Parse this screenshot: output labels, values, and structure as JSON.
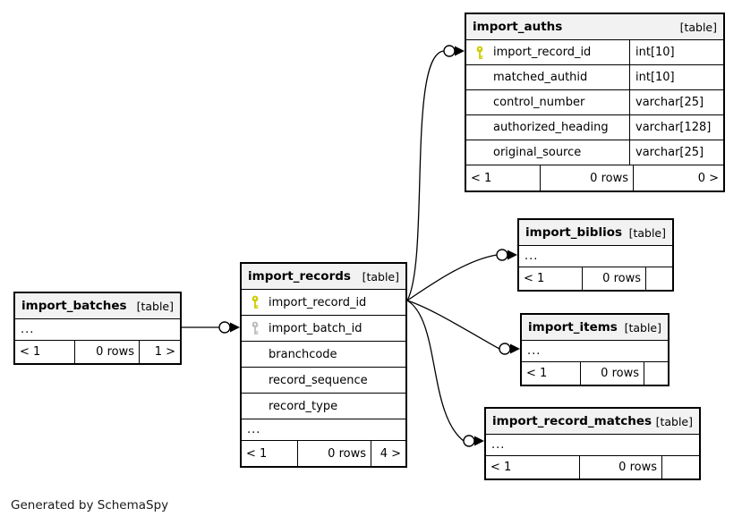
{
  "credit": "Generated by SchemaSpy",
  "colors": {
    "background": "#ffffff",
    "text": "#000000",
    "border": "#000000",
    "header_bg": "#f2f2f2",
    "primary_key_icon": "#cccc00",
    "foreign_key_icon": "#bdbdbd"
  },
  "icons": {
    "primary_key": "yellow key glyph",
    "foreign_key": "gray key glyph",
    "relationship_end": "open circle with solid arrowhead"
  },
  "tables": {
    "import_batches": {
      "name": "import_batches",
      "tag": "[table]",
      "rows": [
        {
          "name": "..."
        }
      ],
      "footer": {
        "parents": "< 1",
        "rows": "0 rows",
        "children": "1 >"
      }
    },
    "import_records": {
      "name": "import_records",
      "tag": "[table]",
      "rows": [
        {
          "icon": "primary-key",
          "name": "import_record_id"
        },
        {
          "icon": "foreign-key",
          "name": "import_batch_id"
        },
        {
          "name": "branchcode"
        },
        {
          "name": "record_sequence"
        },
        {
          "name": "record_type"
        },
        {
          "name": "..."
        }
      ],
      "footer": {
        "parents": "< 1",
        "rows": "0 rows",
        "children": "4 >"
      }
    },
    "import_auths": {
      "name": "import_auths",
      "tag": "[table]",
      "rows": [
        {
          "icon": "primary-key",
          "name": "import_record_id",
          "type": "int[10]"
        },
        {
          "name": "matched_authid",
          "type": "int[10]"
        },
        {
          "name": "control_number",
          "type": "varchar[25]"
        },
        {
          "name": "authorized_heading",
          "type": "varchar[128]"
        },
        {
          "name": "original_source",
          "type": "varchar[25]"
        }
      ],
      "footer": {
        "parents": "< 1",
        "rows": "0 rows",
        "children": "0 >"
      }
    },
    "import_biblios": {
      "name": "import_biblios",
      "tag": "[table]",
      "rows": [
        {
          "name": "..."
        }
      ],
      "footer": {
        "parents": "< 1",
        "rows": "0 rows",
        "children": ""
      }
    },
    "import_items": {
      "name": "import_items",
      "tag": "[table]",
      "rows": [
        {
          "name": "..."
        }
      ],
      "footer": {
        "parents": "< 1",
        "rows": "0 rows",
        "children": ""
      }
    },
    "import_record_matches": {
      "name": "import_record_matches",
      "tag": "[table]",
      "rows": [
        {
          "name": "..."
        }
      ],
      "footer": {
        "parents": "< 1",
        "rows": "0 rows",
        "children": ""
      }
    }
  },
  "relationships": [
    {
      "from": "import_batches",
      "to": "import_records.import_batch_id"
    },
    {
      "from": "import_records.import_record_id",
      "to": "import_auths.import_record_id"
    },
    {
      "from": "import_records.import_record_id",
      "to": "import_biblios"
    },
    {
      "from": "import_records.import_record_id",
      "to": "import_items"
    },
    {
      "from": "import_records.import_record_id",
      "to": "import_record_matches"
    }
  ]
}
